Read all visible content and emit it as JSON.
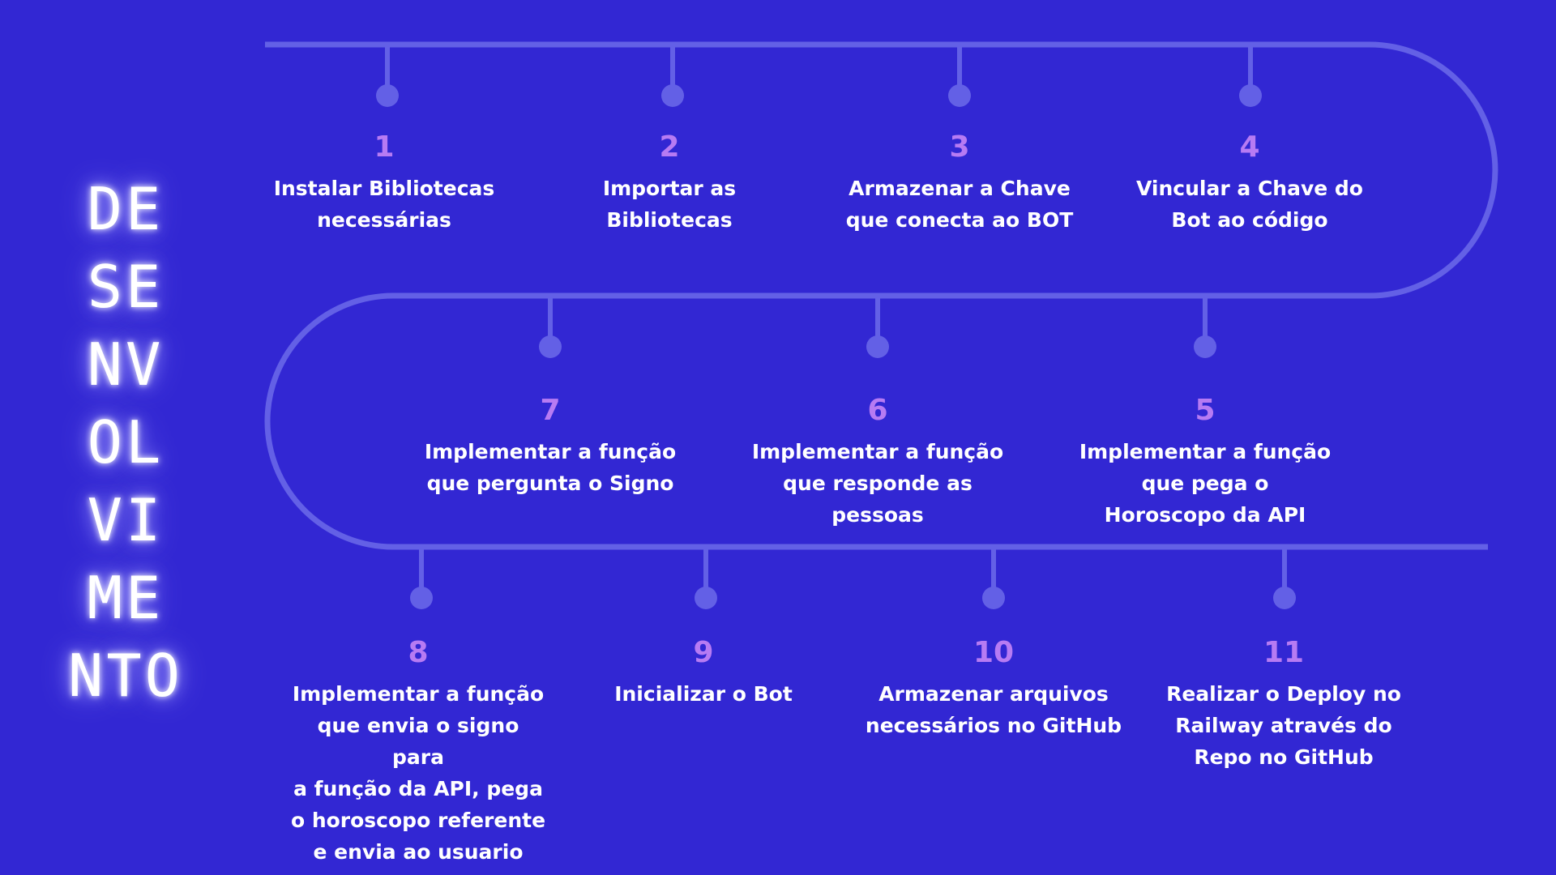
{
  "title": {
    "syllables": [
      "DE",
      "SE",
      "NV",
      "OL",
      "VI",
      "ME",
      "NTO"
    ]
  },
  "colors": {
    "background": "#3227d3",
    "track": "#6360e6",
    "step_number": "#b77bf3",
    "step_text": "#ffffff"
  },
  "steps": [
    {
      "number": "1",
      "text": "Instalar Bibliotecas\nnecessárias"
    },
    {
      "number": "2",
      "text": "Importar as\nBibliotecas"
    },
    {
      "number": "3",
      "text": "Armazenar a Chave\nque conecta ao BOT"
    },
    {
      "number": "4",
      "text": "Vincular a Chave do\nBot ao código"
    },
    {
      "number": "5",
      "text": "Implementar a função\nque pega o\nHoroscopo da API"
    },
    {
      "number": "6",
      "text": "Implementar a função\nque responde as\npessoas"
    },
    {
      "number": "7",
      "text": "Implementar a função\nque pergunta o Signo"
    },
    {
      "number": "8",
      "text": "Implementar a função\nque envia o signo para\na função da API, pega\no horoscopo referente\ne envia ao usuario"
    },
    {
      "number": "9",
      "text": "Inicializar o Bot"
    },
    {
      "number": "10",
      "text": "Armazenar arquivos\nnecessários no GitHub"
    },
    {
      "number": "11",
      "text": "Realizar o Deploy no\nRailway através do\nRepo no GitHub"
    }
  ]
}
